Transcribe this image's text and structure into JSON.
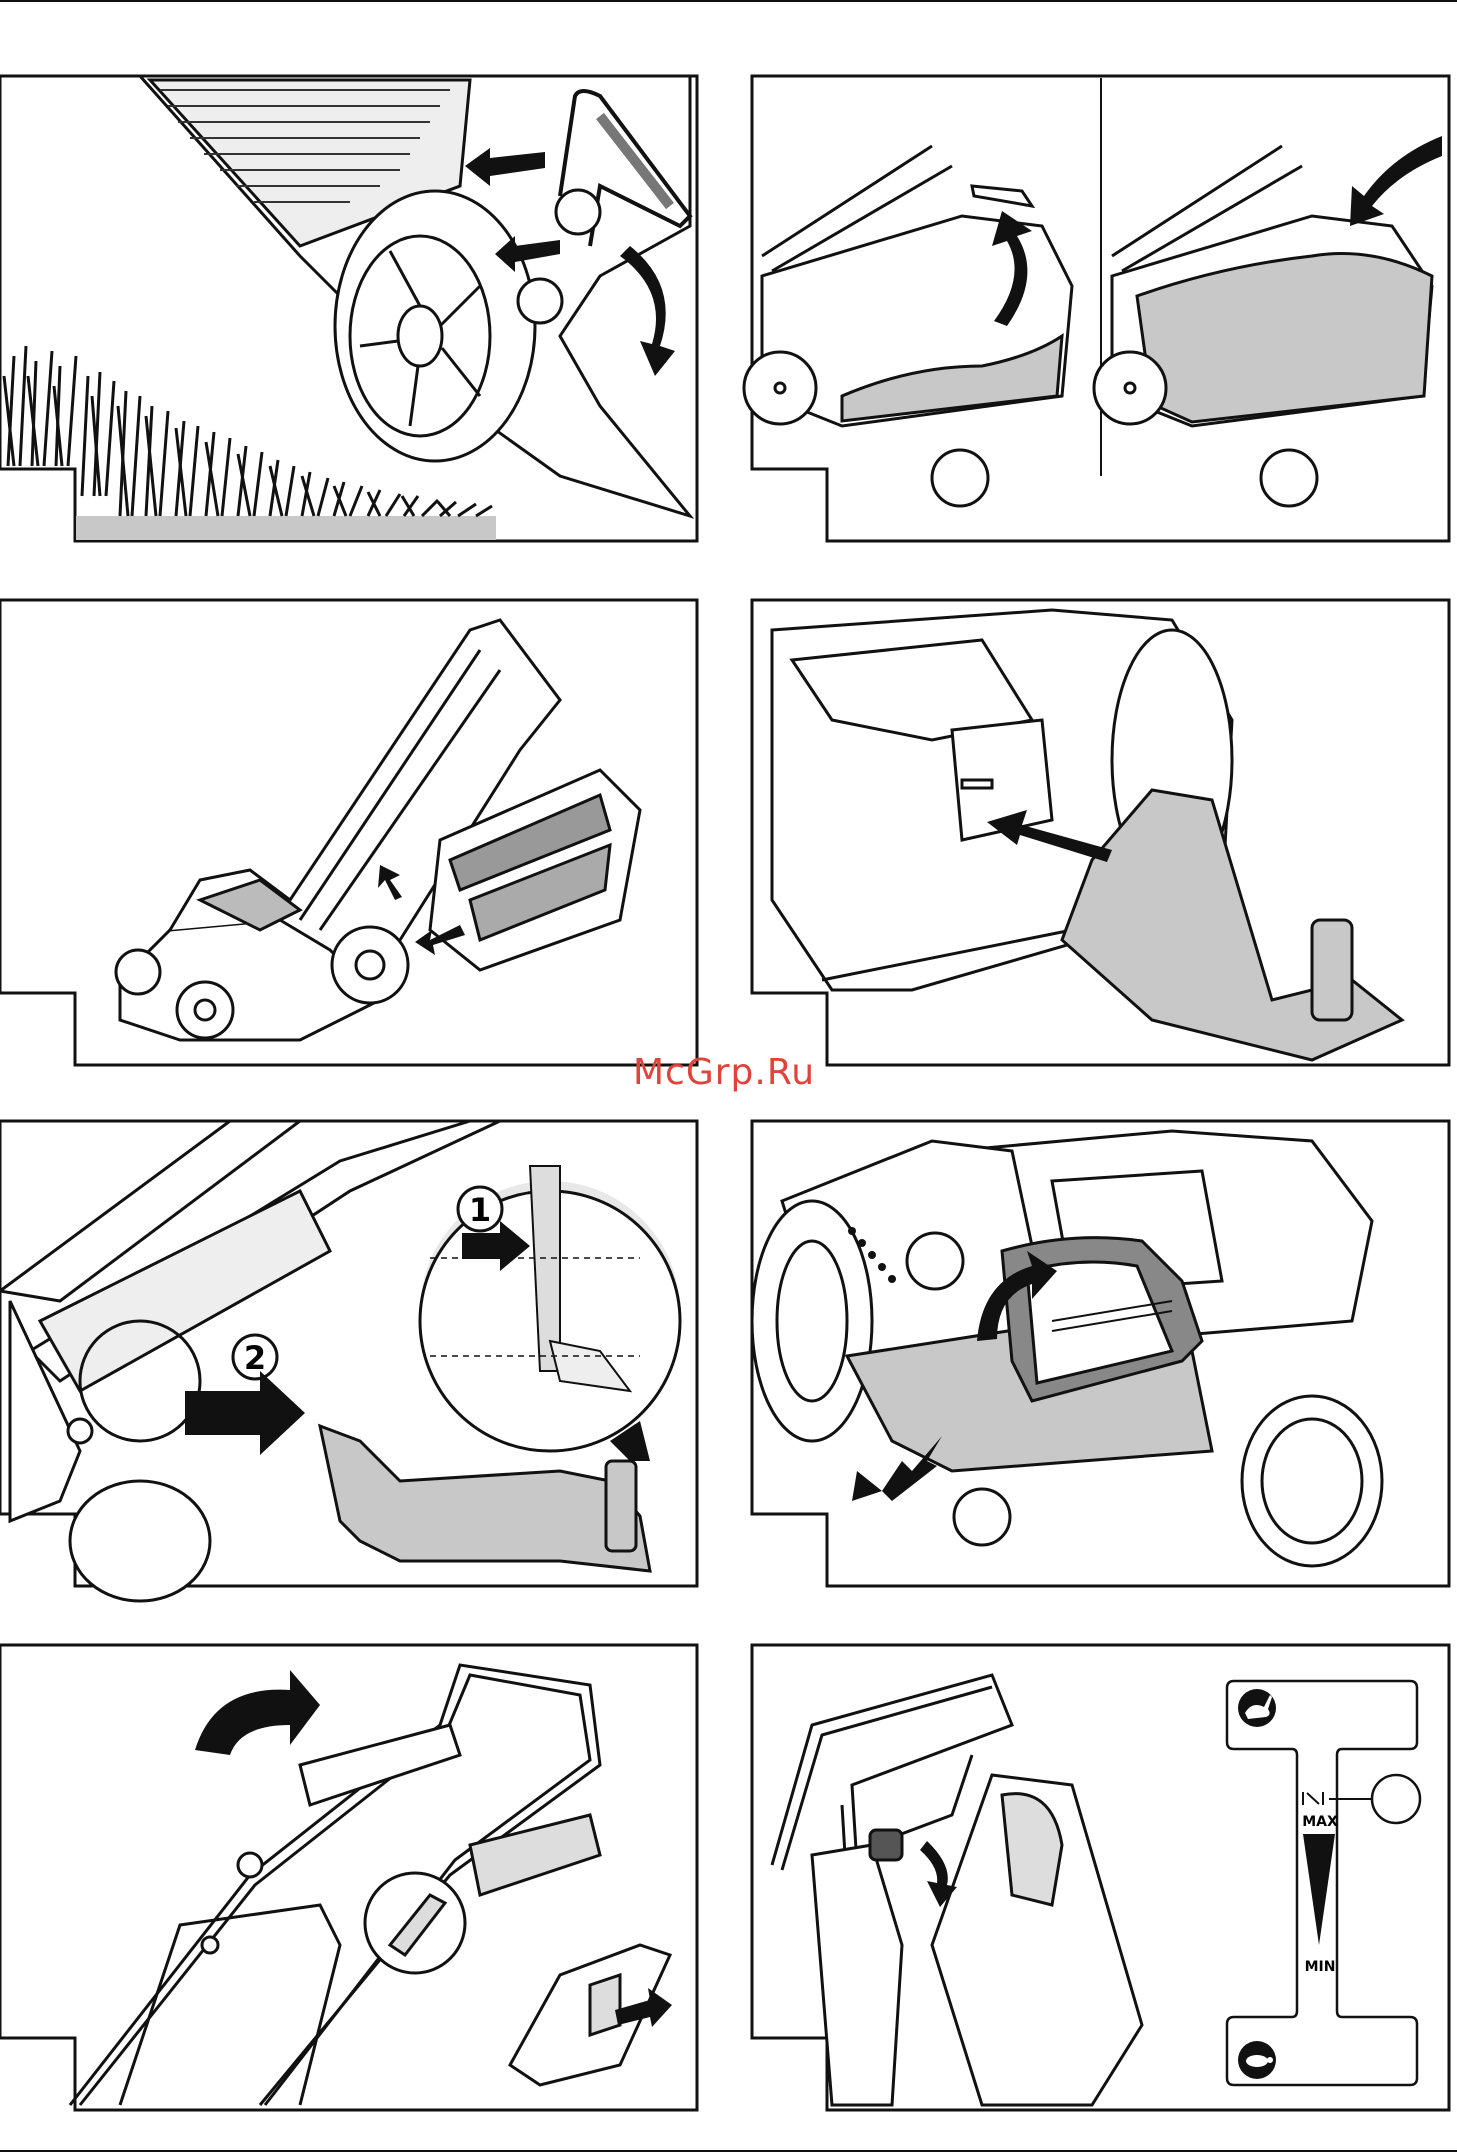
{
  "page": {
    "watermark": "McGrp.Ru"
  },
  "panels": {
    "p5": {
      "callout_1": "1",
      "callout_2": "2"
    },
    "p8": {
      "label_max": "MAX",
      "label_min": "MIN",
      "icon_fast": "rabbit-icon",
      "icon_slow": "turtle-icon"
    }
  },
  "colors": {
    "line": "#111111",
    "fill_grey": "#c8c8c8",
    "watermark": "#e0433a"
  }
}
